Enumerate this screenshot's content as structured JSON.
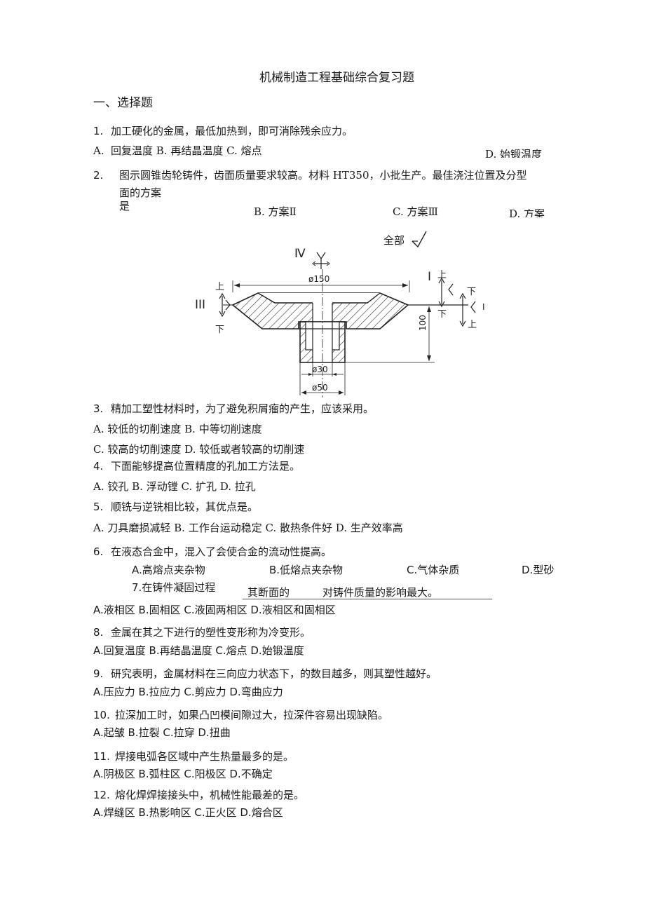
{
  "title": "机械制造工程基础综合复习题",
  "section": "一、选择题",
  "q1": {
    "num": "1.",
    "text": "加工硬化的金属，最低加热到，即可消除残余应力。",
    "optA": "A.",
    "options": "回复温度 B. 再结晶温度 C. 熔点",
    "optD": "D. 始锻温度"
  },
  "q2": {
    "num": "2.",
    "line1": "图示圆锥齿轮铸件，齿面质量要求较高。材料 HT350，小批生产。最佳浇注位置及分型",
    "line2": "面的方案",
    "line3": "是",
    "optB": "B. 方案Ⅱ",
    "optC": "C. 方案Ⅲ",
    "optD": "D. 方案"
  },
  "figure": {
    "roughness": "全部",
    "label_IV": "Ⅳ",
    "label_I": "I",
    "label_III": "III",
    "label_I2": "I",
    "shang": "上",
    "xia": "下",
    "dim_d150": "ø150",
    "dim_d30": "ø30",
    "dim_d50": "ø50",
    "dim_100": "100"
  },
  "q3": {
    "num": "3.",
    "text": "精加工塑性材料时，为了避免积屑瘤的产生，应该采用。",
    "line1": "A.  较低的切削速度 B. 中等切削速度",
    "line2": "C. 较高的切削速度 D. 较低或者较高的切削速"
  },
  "q4": {
    "num": "4.",
    "text": "下面能够提高位置精度的孔加工方法是。",
    "options": "A.  铰孔 B. 浮动镗 C. 扩孔 D. 拉孔"
  },
  "q5": {
    "num": "5.",
    "text": "顺铣与逆铣相比较，其优点是。",
    "options": "A.  刀具磨损减轻 B. 工作台运动稳定 C. 散热条件好 D. 生产效率高"
  },
  "q6": {
    "num": "6.",
    "text": "在液态合金中，混入了会使合金的流动性提高。",
    "optA": "A.高熔点夹杂物",
    "optB": "B.低熔点夹杂物",
    "optC": "C.气体杂质",
    "optD": "D.型砂"
  },
  "q7": {
    "part1": "7.在铸件凝固过程",
    "part2": "其断面的",
    "part3": "对铸件质量的影响最大。",
    "options": "A.液相区 B.固相区 C.液固两相区 D.液相区和固相区"
  },
  "q8": {
    "num": "8.",
    "text": "金属在其之下进行的塑性变形称为冷变形。",
    "options": "A.回复温度 B.再结晶温度 C.熔点 D.始锻温度"
  },
  "q9": {
    "num": "9.",
    "text": "研究表明，金属材料在三向应力状态下，的数目越多，则其塑性越好。",
    "options": "A.压应力 B.拉应力 C.剪应力 D.弯曲应力"
  },
  "q10": {
    "num": "10.",
    "text": "拉深加工时，如果凸凹模间隙过大，拉深件容易出现缺陷。",
    "options": "A.起皱 B.拉裂 C.拉穿 D.扭曲"
  },
  "q11": {
    "num": "11.",
    "text": "焊接电弧各区域中产生热量最多的是。",
    "options": "A.阴极区 B.弧柱区 C.阳极区 D.不确定"
  },
  "q12": {
    "num": "12.",
    "text": "熔化焊焊接接头中，机械性能最差的是。",
    "options": "A.焊缝区 B.热影响区 C.正火区 D.熔合区"
  }
}
